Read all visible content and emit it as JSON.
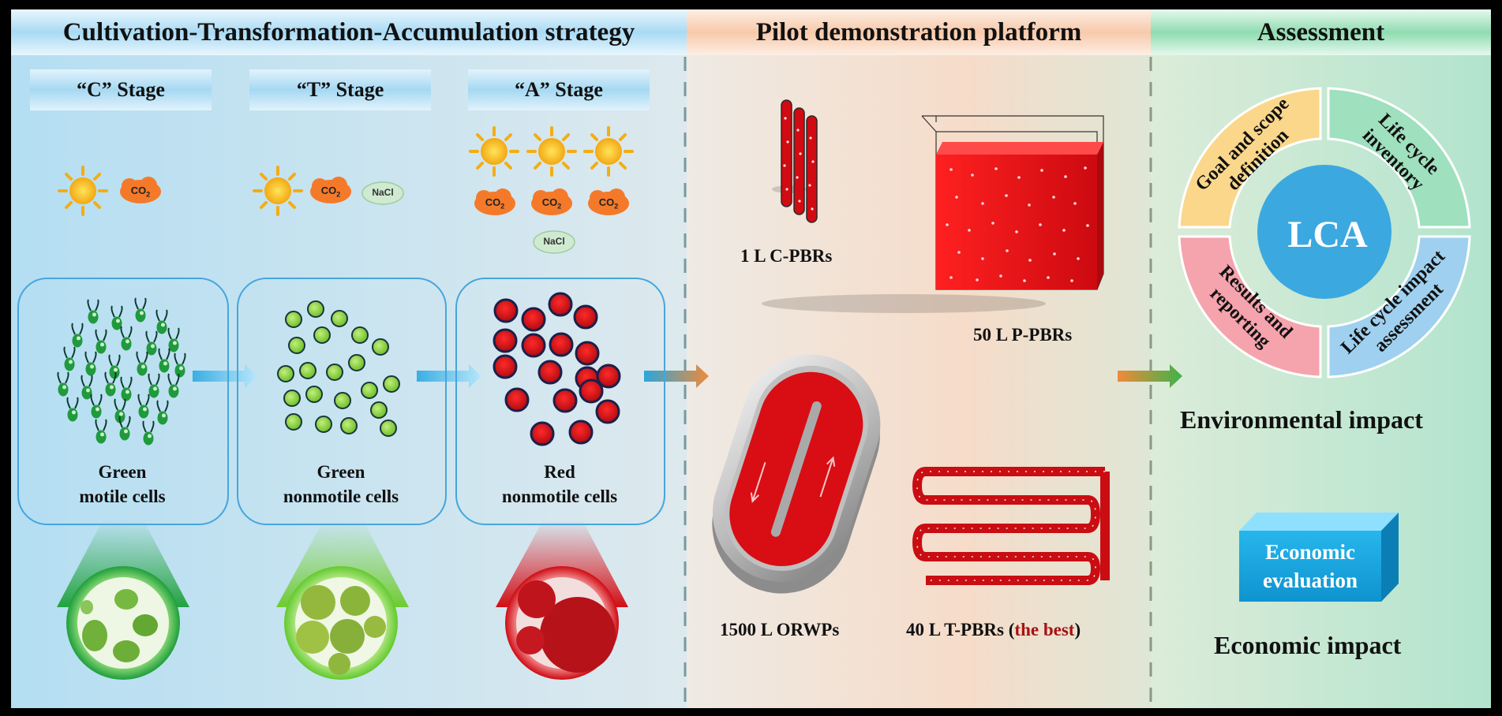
{
  "sections": {
    "cta": "Cultivation-Transformation-Accumulation strategy",
    "pilot": "Pilot demonstration platform",
    "assessment": "Assessment"
  },
  "stages": {
    "c": "“C” Stage",
    "t": "“T” Stage",
    "a": "“A” Stage"
  },
  "chemicals": {
    "co2": "CO",
    "co2_sub": "2",
    "nacl": "NaCl"
  },
  "cells": {
    "c_line1": "Green",
    "c_line2": "motile cells",
    "t_line1": "Green",
    "t_line2": "nonmotile cells",
    "a_line1": "Red",
    "a_line2": "nonmotile cells"
  },
  "reactors": {
    "c_pbr": "1 L C-PBRs",
    "p_pbr": "50 L P-PBRs",
    "orwp": "1500 L ORWPs",
    "t_pbr_prefix": "40 L T-PBRs (",
    "t_pbr_best": "the best",
    "t_pbr_suffix": ")"
  },
  "lca": {
    "center": "LCA",
    "goal_line1": "Goal and scope",
    "goal_line2": "definition",
    "inventory_line1": "Life cycle",
    "inventory_line2": "inventory",
    "impact_line1": "Life cycle impact",
    "impact_line2": "assessment",
    "results_line1": "Results and",
    "results_line2": "reporting"
  },
  "outcomes": {
    "environmental": "Environmental impact",
    "economic_line1": "Economic",
    "economic_line2": "evaluation",
    "economic_impact": "Economic impact"
  },
  "colors": {
    "green_cell": "#1f9a3c",
    "light_green_cell": "#8fd14f",
    "red_cell": "#d6121c",
    "reactor_red": "#e0121a",
    "lca_center": "#3ca8e0",
    "goal_segment": "#fbd78c",
    "inventory_segment": "#9fe0be",
    "impact_segment": "#9fd0ef",
    "results_segment": "#f5a3ad",
    "economic_box": "#19a8e0"
  }
}
